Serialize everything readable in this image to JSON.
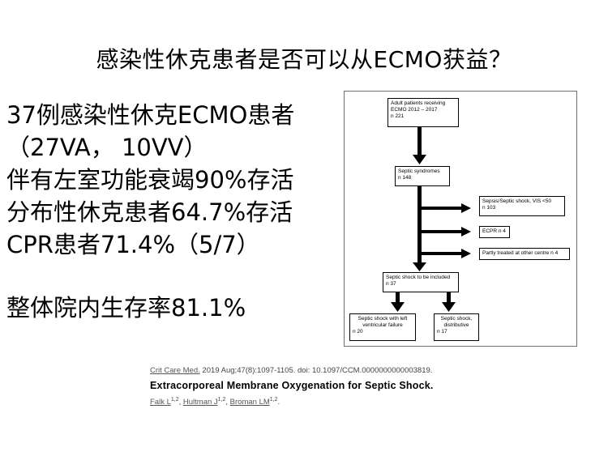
{
  "title": "感染性休克患者是否可以从ECMO获益？",
  "bullets": [
    "37例感染性休克ECMO患者",
    "（27VA，  10VV）",
    "伴有左室功能衰竭90%存活",
    "分布性休克患者64.7%存活",
    "CPR患者71.4%（5/7）"
  ],
  "bullet_summary": "整体院内生存率81.1%",
  "flowchart": {
    "top": [
      "Adult patients receiving",
      "ECMO 2012 – 2017",
      "n 221"
    ],
    "septic_syndromes": [
      "Septic syndromes",
      "n 148"
    ],
    "excluded": [
      [
        "Sepsis/Septic shock, VIS <50",
        "n 103"
      ],
      [
        "ECPR n 4"
      ],
      [
        "Partly treated at other centre n 4"
      ]
    ],
    "included": [
      "Septic shock to be included",
      "n 37"
    ],
    "left_outcome": [
      "Septic shock with left",
      "ventricular failure",
      "n 20"
    ],
    "right_outcome": [
      "Septic shock,",
      "distributive",
      "n 17"
    ]
  },
  "citation": {
    "journal": "Crit Care Med.",
    "details": " 2019 Aug;47(8):1097-1105. doi: 10.1097/CCM.0000000000003819.",
    "title": "Extracorporeal Membrane Oxygenation for Septic Shock.",
    "authors": [
      {
        "name": "Falk L",
        "aff": "1,2"
      },
      {
        "name": "Hultman J",
        "aff": "1,2"
      },
      {
        "name": "Broman LM",
        "aff": "1,2"
      }
    ],
    "separator": ", ",
    "end": "."
  }
}
